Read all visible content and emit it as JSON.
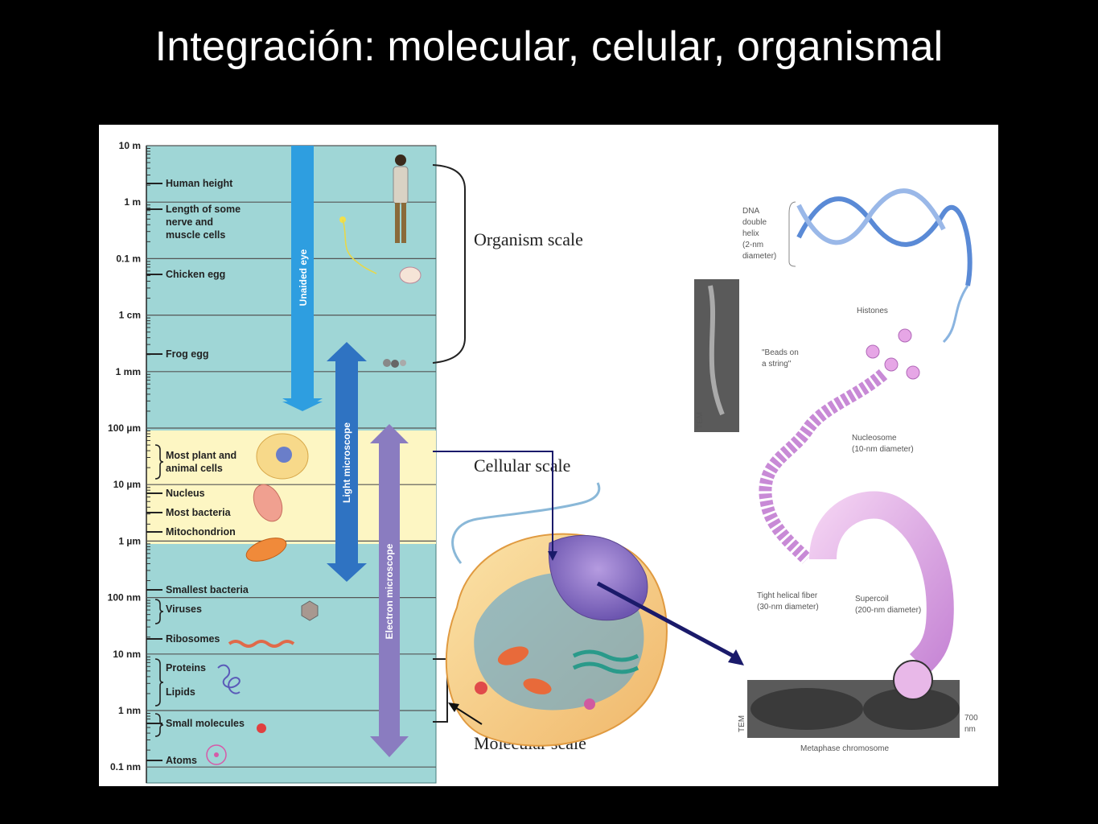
{
  "title": "Integración: molecular, celular, organismal",
  "scale": {
    "ticks": [
      "10 m",
      "1 m",
      "0.1 m",
      "1 cm",
      "1 mm",
      "100 µm",
      "10 µm",
      "1 µm",
      "100 nm",
      "10 nm",
      "1 nm",
      "0.1 nm"
    ],
    "items": [
      {
        "label": "Human height"
      },
      {
        "label": "Length of some"
      },
      {
        "label": "nerve and"
      },
      {
        "label": "muscle cells"
      },
      {
        "label": "Chicken egg"
      },
      {
        "label": "Frog egg"
      },
      {
        "label": "Most plant and"
      },
      {
        "label": "animal cells"
      },
      {
        "label": "Nucleus"
      },
      {
        "label": "Most bacteria"
      },
      {
        "label": "Mitochondrion"
      },
      {
        "label": "Smallest bacteria"
      },
      {
        "label": "Viruses"
      },
      {
        "label": "Ribosomes"
      },
      {
        "label": "Proteins"
      },
      {
        "label": "Lipids"
      },
      {
        "label": "Small molecules"
      },
      {
        "label": "Atoms"
      }
    ],
    "bands": {
      "unaided": "Unaided eye",
      "light": "Light microscope",
      "electron": "Electron microscope"
    },
    "colors": {
      "teal": "#9fd6d6",
      "yellow": "#fdf6c3",
      "blue_arrow": "#2e9ee0",
      "mid_arrow": "#2f73c2",
      "purple_arrow": "#8a7cc0"
    }
  },
  "scales": {
    "organism": "Organism scale",
    "cellular": "Cellular scale",
    "molecular": "Molecular scale"
  },
  "dna": {
    "helix": [
      "DNA",
      "double",
      "helix",
      "(2-nm",
      "diameter)"
    ],
    "histones": "Histones",
    "beads": [
      "\"Beads on",
      "a string\""
    ],
    "nucleosome": [
      "Nucleosome",
      "(10-nm diameter)"
    ],
    "tight": [
      "Tight helical fiber",
      "(30-nm diameter)"
    ],
    "supercoil": [
      "Supercoil",
      "(200-nm diameter)"
    ],
    "metaphase": "Metaphase chromosome",
    "size": [
      "700",
      "nm"
    ],
    "tem": "TEM"
  }
}
